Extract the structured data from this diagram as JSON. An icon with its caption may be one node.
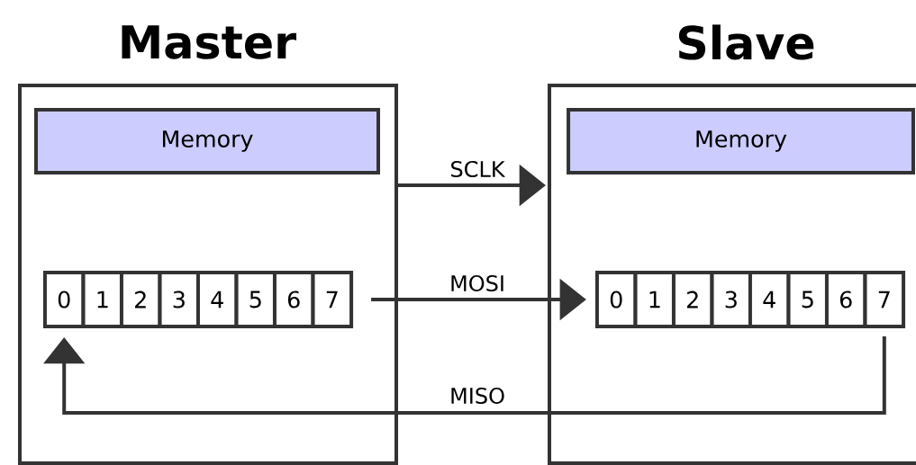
{
  "diagram": {
    "nodes": [
      {
        "text": [
          "Master"
        ]
      },
      {
        "text": [
          "Memory"
        ],
        "in": 0
      },
      {
        "text": [
          "0"
        ],
        "in": 0
      },
      {
        "text": [
          "1"
        ],
        "in": 0
      },
      {
        "text": [
          "2"
        ],
        "in": 0
      },
      {
        "text": [
          "3"
        ],
        "in": 0
      },
      {
        "text": [
          "4"
        ],
        "in": 0
      },
      {
        "text": [
          "5"
        ],
        "in": 0
      },
      {
        "text": [
          "6"
        ],
        "in": 0
      },
      {
        "text": [
          "7"
        ],
        "in": 0
      },
      {
        "text": [
          "Slave"
        ]
      },
      {
        "text": [
          "Memory"
        ],
        "in": 10
      },
      {
        "text": [
          "0"
        ],
        "in": 10
      },
      {
        "text": [
          "1"
        ],
        "in": 10
      },
      {
        "text": [
          "2"
        ],
        "in": 10
      },
      {
        "text": [
          "3"
        ],
        "in": 10
      },
      {
        "text": [
          "4"
        ],
        "in": 10
      },
      {
        "text": [
          "5"
        ],
        "in": 10
      },
      {
        "text": [
          "6"
        ],
        "in": 10
      },
      {
        "text": [
          "7"
        ],
        "in": 10
      }
    ],
    "edges": [
      {
        "from": 0,
        "to": 10,
        "arrow": "to",
        "label": "SCLK"
      },
      {
        "from": 9,
        "to": 12,
        "arrow": "to",
        "label": "MOSI"
      },
      {
        "from": 19,
        "to": 2,
        "arrow": "to",
        "label": "MISO"
      }
    ]
  }
}
